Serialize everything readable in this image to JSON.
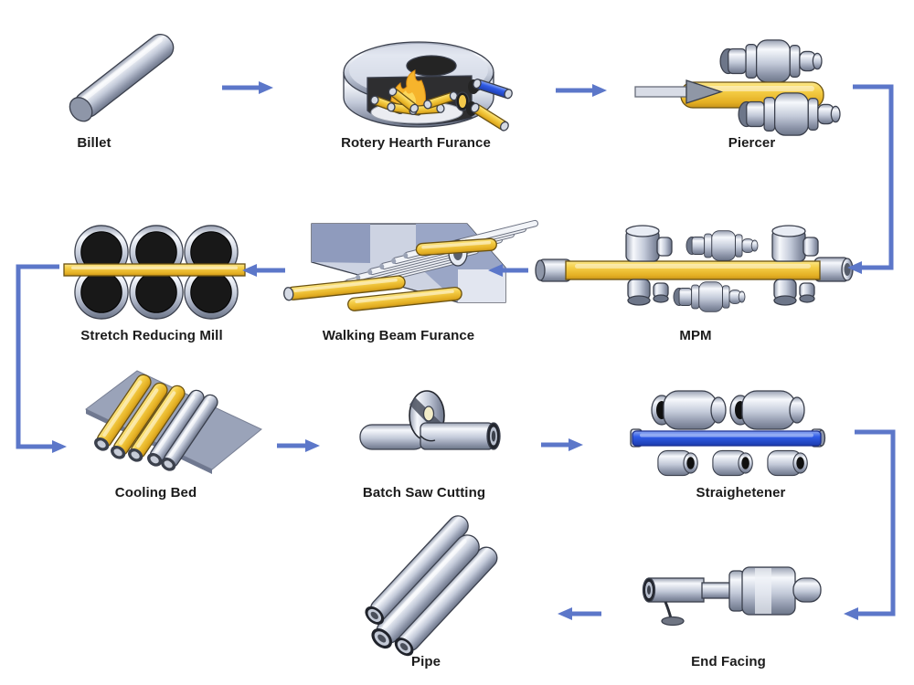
{
  "diagram": {
    "type": "process-flow",
    "subject": "Seamless pipe manufacturing process"
  },
  "palette": {
    "arrow_blue": "#5C77C9",
    "steel_light": "#f6f8fc",
    "steel_dark": "#6d7689",
    "hot_yellow": "#f5ce47",
    "finished_blue_pipe": "#2f5be6",
    "flame_orange": "#f6b42c",
    "roller_black": "#181818",
    "label_color": "#1b1b1b"
  },
  "steps": [
    {
      "id": "billet",
      "label": "Billet"
    },
    {
      "id": "rotary-hearth-furnace",
      "label": "Rotery Hearth Furance"
    },
    {
      "id": "piercer",
      "label": "Piercer"
    },
    {
      "id": "mpm",
      "label": "MPM"
    },
    {
      "id": "walking-beam-furnace",
      "label": "Walking Beam Furance"
    },
    {
      "id": "stretch-reducing-mill",
      "label": "Stretch Reducing Mill"
    },
    {
      "id": "cooling-bed",
      "label": "Cooling Bed"
    },
    {
      "id": "batch-saw-cutting",
      "label": "Batch Saw Cutting"
    },
    {
      "id": "straightener",
      "label": "Straighetener"
    },
    {
      "id": "end-facing",
      "label": "End Facing"
    },
    {
      "id": "pipe",
      "label": "Pipe"
    }
  ]
}
